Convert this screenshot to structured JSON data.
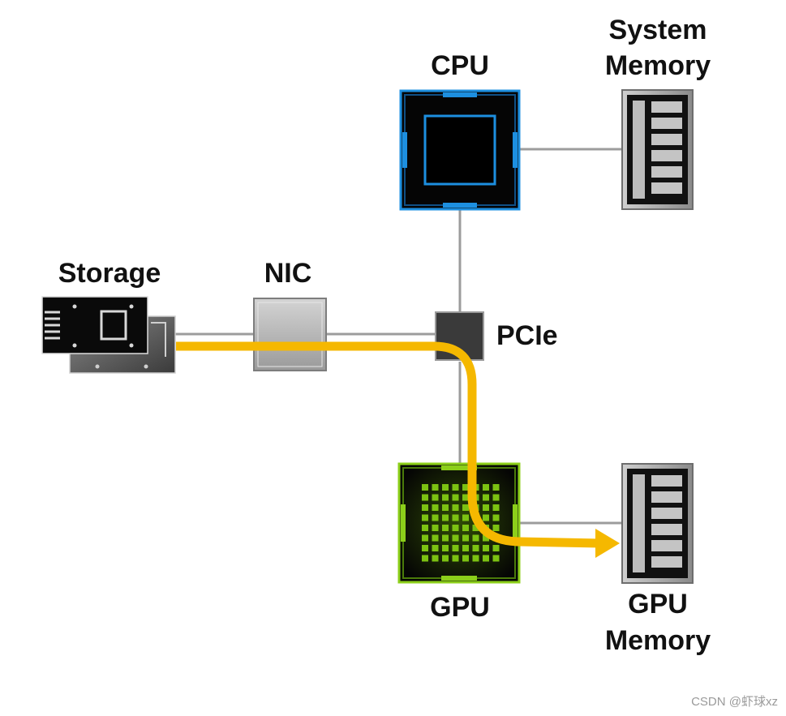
{
  "labels": {
    "storage": "Storage",
    "nic": "NIC",
    "cpu": "CPU",
    "system_memory_line1": "System",
    "system_memory_line2": "Memory",
    "pcie": "PCIe",
    "gpu": "GPU",
    "gpu_memory_line1": "GPU",
    "gpu_memory_line2": "Memory"
  },
  "watermark": "CSDN @虾球xz",
  "colors": {
    "data_path": "#f5b800",
    "cpu_accent": "#1d8fe0",
    "gpu_accent": "#8ccf1a",
    "connector": "#9c9c9c",
    "pcie_switch": "#3a3a3a"
  }
}
